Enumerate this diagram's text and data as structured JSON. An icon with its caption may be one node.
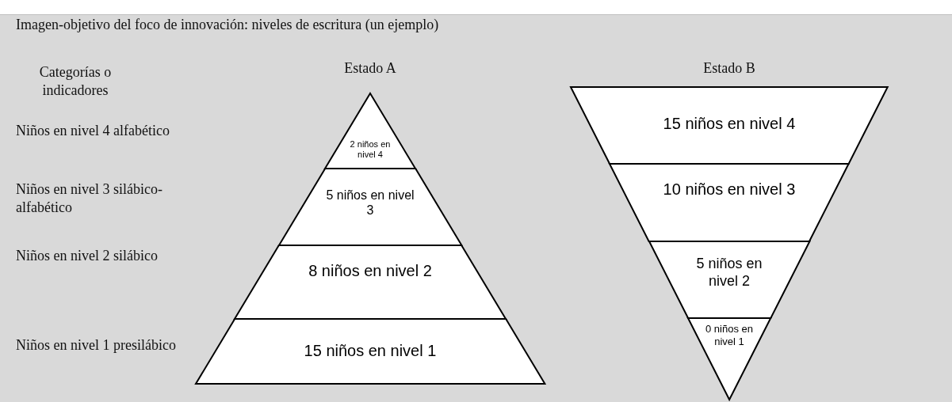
{
  "diagram": {
    "nodes": [
      {
        "text": [
          "2 niños en nivel 4"
        ]
      },
      {
        "text": [
          "5 niños en nivel 3"
        ]
      },
      {
        "text": [
          "8 niños en nivel 2"
        ]
      },
      {
        "text": [
          "15 niños en nivel 1"
        ]
      },
      {
        "text": [
          "15 niños en nivel 4"
        ]
      },
      {
        "text": [
          "10 niños en nivel 3"
        ]
      },
      {
        "text": [
          "5 niños en nivel 2"
        ]
      },
      {
        "text": [
          "0 niños en nivel 1"
        ]
      }
    ],
    "labels": [
      "Imagen-objetivo del foco de innovación: niveles de escritura (un ejemplo)",
      "Categorías o indicadores",
      "Estado A",
      "Estado B",
      "Niños en nivel 4 alfabético",
      "Niños en nivel 3 silábico-alfabético",
      "Niños en nivel 2 silábico",
      "Niños en nivel 1 presilábico"
    ]
  }
}
